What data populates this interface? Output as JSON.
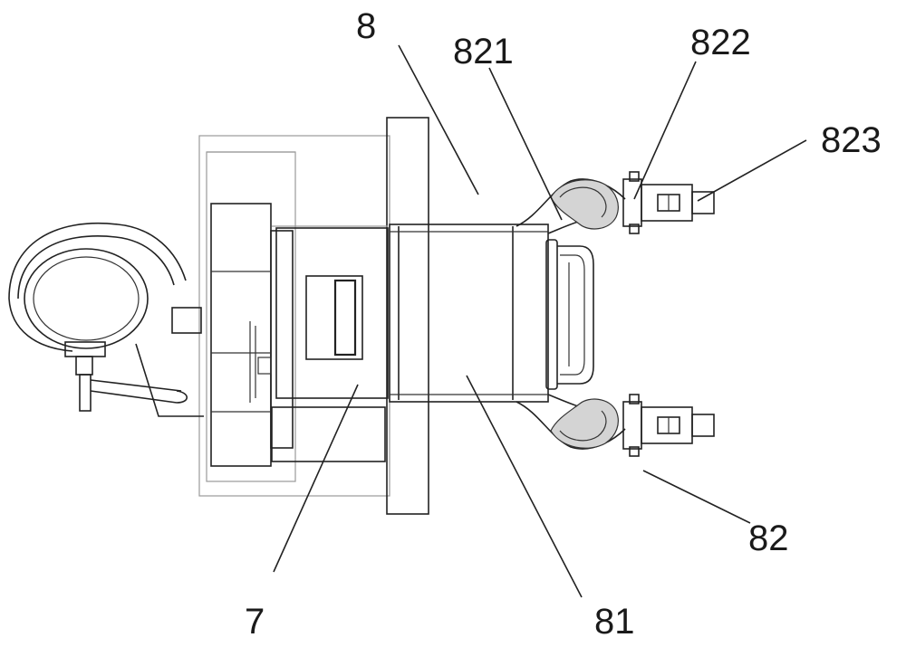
{
  "labels": {
    "l8": "8",
    "l821": "821",
    "l822": "822",
    "l823": "823",
    "l7": "7",
    "l81": "81",
    "l82": "82"
  },
  "colors": {
    "line": "#222222",
    "light": "#9a9a9a",
    "background": "#ffffff"
  }
}
